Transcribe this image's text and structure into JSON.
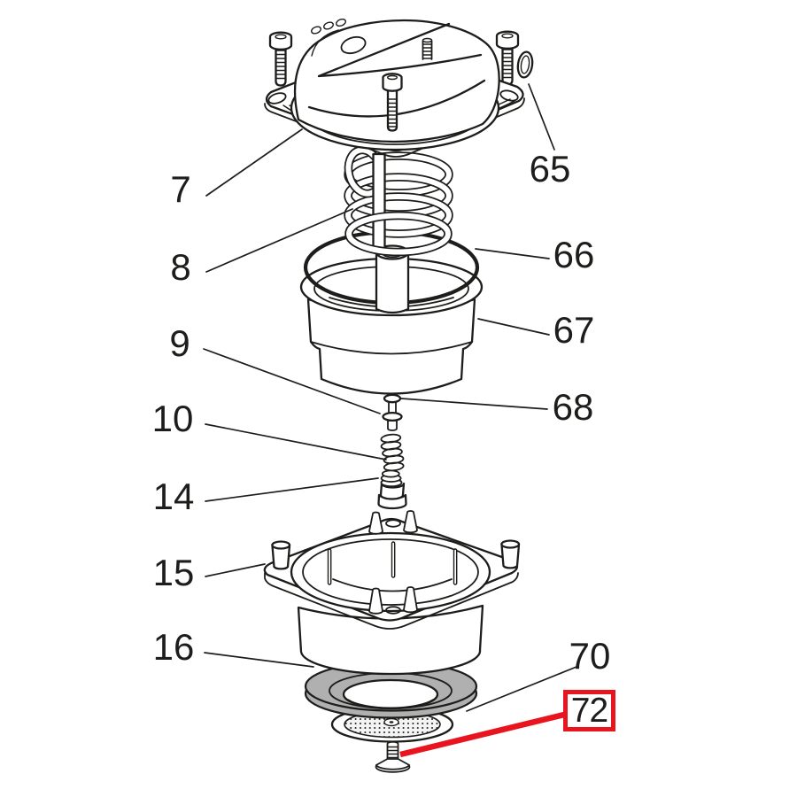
{
  "figure": {
    "background": "#ffffff",
    "line_color": "#1d1d1b",
    "highlight_color": "#e8141e",
    "gasket_fill": "#b0b0b0",
    "highlighted_callout": "72"
  },
  "callouts": {
    "c7": "7",
    "c8": "8",
    "c9": "9",
    "c10": "10",
    "c14": "14",
    "c15": "15",
    "c16": "16",
    "c65": "65",
    "c66": "66",
    "c67": "67",
    "c68": "68",
    "c70": "70",
    "c72": "72"
  }
}
